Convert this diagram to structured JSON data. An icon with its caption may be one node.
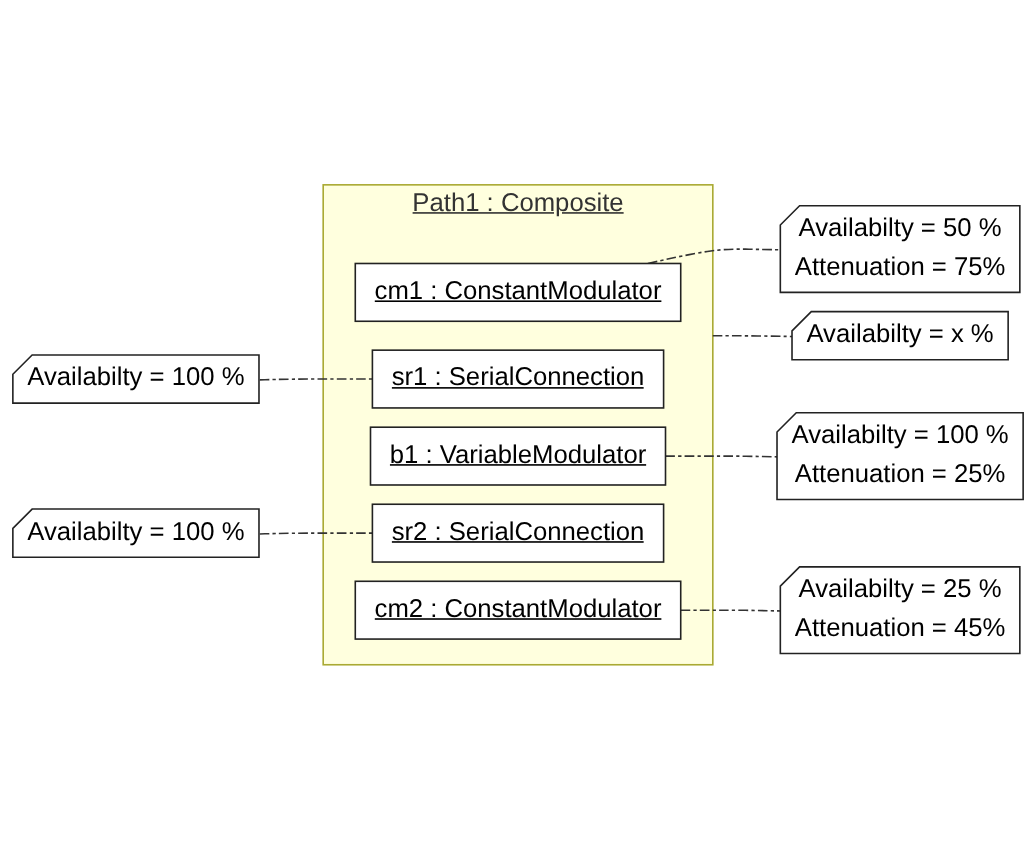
{
  "diagram": {
    "nodes": [
      {
        "text": [
          "Path1 : Composite"
        ]
      },
      {
        "text": [
          "Availabilty = x %"
        ]
      },
      {
        "text": [
          "cm1 : ConstantModulator"
        ],
        "in": 0
      },
      {
        "text": [
          "Availabilty = 50 %",
          "Attenuation = 75%"
        ]
      },
      {
        "text": [
          "Availabilty = 100 %"
        ]
      },
      {
        "text": [
          "sr1 : SerialConnection"
        ],
        "in": 0
      },
      {
        "text": [
          "b1 : VariableModulator"
        ],
        "in": 0
      },
      {
        "text": [
          "Availabilty = 100 %",
          "Attenuation = 25%"
        ]
      },
      {
        "text": [
          "Availabilty = 100 %"
        ]
      },
      {
        "text": [
          "sr2 : SerialConnection"
        ],
        "in": 0
      },
      {
        "text": [
          "cm2 : ConstantModulator"
        ],
        "in": 0
      },
      {
        "text": [
          "Availabilty = 25 %",
          "Attenuation = 45%"
        ]
      }
    ],
    "edges": [
      {
        "from": 0,
        "to": 1,
        "arrow": "none",
        "style": "dashed"
      },
      {
        "from": 2,
        "to": 3,
        "arrow": "none",
        "style": "dashed"
      },
      {
        "from": 4,
        "to": 5,
        "arrow": "none",
        "style": "dashed"
      },
      {
        "from": 6,
        "to": 7,
        "arrow": "none",
        "style": "dashed"
      },
      {
        "from": 8,
        "to": 9,
        "arrow": "none",
        "style": "dashed"
      },
      {
        "from": 10,
        "to": 11,
        "arrow": "none",
        "style": "dashed"
      }
    ]
  }
}
